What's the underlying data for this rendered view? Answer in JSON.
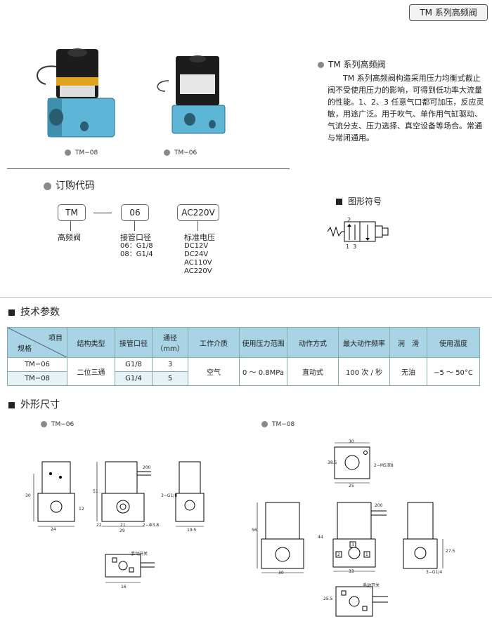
{
  "tab_title": "TM 系列高频阀",
  "products": [
    {
      "caption": "TM−08"
    },
    {
      "caption": "TM−06"
    }
  ],
  "intro": {
    "heading": "TM 系列高频阀",
    "text": "TM 系列高频阀构造采用压力均衡式截止阀不受使用压力的影响，可得到低功率大流量的性能。1、2、3 任意气口都可加压，反应灵敏，用途广泛。用于吹气、单作用气缸驱动、气流分支、压力选择、真空设备等场合。常通与常闭通用。"
  },
  "order": {
    "title": "订购代码",
    "box1": "TM",
    "box2": "06",
    "box3": "AC220V",
    "label1": "高频阀",
    "label2": "接管口径",
    "opt2": [
      "06：G1/8",
      "08：G1/4"
    ],
    "label3": "标准电压",
    "opt3": [
      "DC12V",
      "DC24V",
      "AC110V",
      "AC220V"
    ]
  },
  "symbol": {
    "title": "图形符号",
    "port_top": "2",
    "port_bottom": "1  3"
  },
  "specs": {
    "title": "技术参数",
    "corner_top": "项目",
    "corner_bottom": "规格",
    "headers": [
      "结构类型",
      "接管口径",
      "通径（mm）",
      "工作介质",
      "使用压力范围",
      "动作方式",
      "最大动作频率",
      "润　滑",
      "使用温度"
    ],
    "rows": [
      {
        "model": "TM−06",
        "port": "G1/8",
        "bore": "3"
      },
      {
        "model": "TM−08",
        "port": "G1/4",
        "bore": "5"
      }
    ],
    "structure": "二位三通",
    "medium": "空气",
    "pressure": "0 ～ 0.8MPa",
    "action": "直动式",
    "frequency": "100 次 / 秒",
    "lubrication": "无油",
    "temperature": "−5 ～ 50°C"
  },
  "dimensions": {
    "title": "外形尺寸",
    "left_caption": "TM−06",
    "right_caption": "TM−08",
    "tm06": {
      "h": "30",
      "h2": "51",
      "w_bottom": "24",
      "w_mid": "29",
      "w_in": "21",
      "w_side": "19.5",
      "dim_a": "12",
      "dim_b": "22",
      "dim_c": "200",
      "hole": "2−Φ3.8",
      "port": "3−G1/8",
      "manual": "手动开关",
      "w_small": "16"
    },
    "tm08": {
      "top_w": "30",
      "top_h": "38.5",
      "hole": "2−M5深8",
      "top_b": "25",
      "h": "56",
      "h2": "44",
      "w_bot": "30",
      "w_mid": "33",
      "w_side": "27.5",
      "c": "200",
      "port": "3−G1/4",
      "manual": "手动开关",
      "bottom_h": "25.5",
      "p1": "1",
      "p2": "2",
      "p3": "3"
    }
  }
}
